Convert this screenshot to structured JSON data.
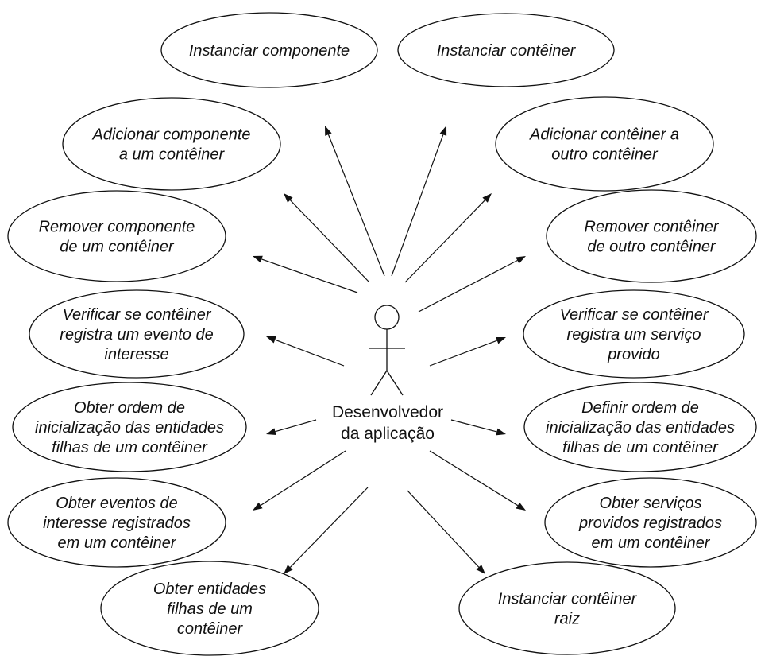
{
  "actor": {
    "lines": [
      "Desenvolvedor",
      "da aplicação"
    ]
  },
  "use_cases": [
    {
      "id": "instanciar-componente",
      "lines": [
        "Instanciar componente"
      ]
    },
    {
      "id": "instanciar-conteiner",
      "lines": [
        "Instanciar contêiner"
      ]
    },
    {
      "id": "adicionar-componente",
      "lines": [
        "Adicionar componente",
        "a um contêiner"
      ]
    },
    {
      "id": "adicionar-conteiner",
      "lines": [
        "Adicionar contêiner a",
        "outro contêiner"
      ]
    },
    {
      "id": "remover-componente",
      "lines": [
        "Remover componente",
        "de um contêiner"
      ]
    },
    {
      "id": "remover-conteiner",
      "lines": [
        "Remover contêiner",
        "de outro contêiner"
      ]
    },
    {
      "id": "verificar-evento",
      "lines": [
        "Verificar se contêiner",
        "registra um evento de",
        "interesse"
      ]
    },
    {
      "id": "verificar-servico",
      "lines": [
        "Verificar se contêiner",
        "registra um serviço",
        "provido"
      ]
    },
    {
      "id": "obter-ordem",
      "lines": [
        "Obter ordem de",
        "inicialização das entidades",
        "filhas de um contêiner"
      ]
    },
    {
      "id": "definir-ordem",
      "lines": [
        "Definir ordem de",
        "inicialização das entidades",
        "filhas de um contêiner"
      ]
    },
    {
      "id": "obter-eventos",
      "lines": [
        "Obter eventos de",
        "interesse registrados",
        "em um contêiner"
      ]
    },
    {
      "id": "obter-servicos",
      "lines": [
        "Obter serviços",
        "providos registrados",
        "em um contêiner"
      ]
    },
    {
      "id": "obter-entidades",
      "lines": [
        "Obter entidades",
        "filhas de um",
        "contêiner"
      ]
    },
    {
      "id": "instanciar-raiz",
      "lines": [
        "Instanciar contêiner",
        "raiz"
      ]
    }
  ]
}
